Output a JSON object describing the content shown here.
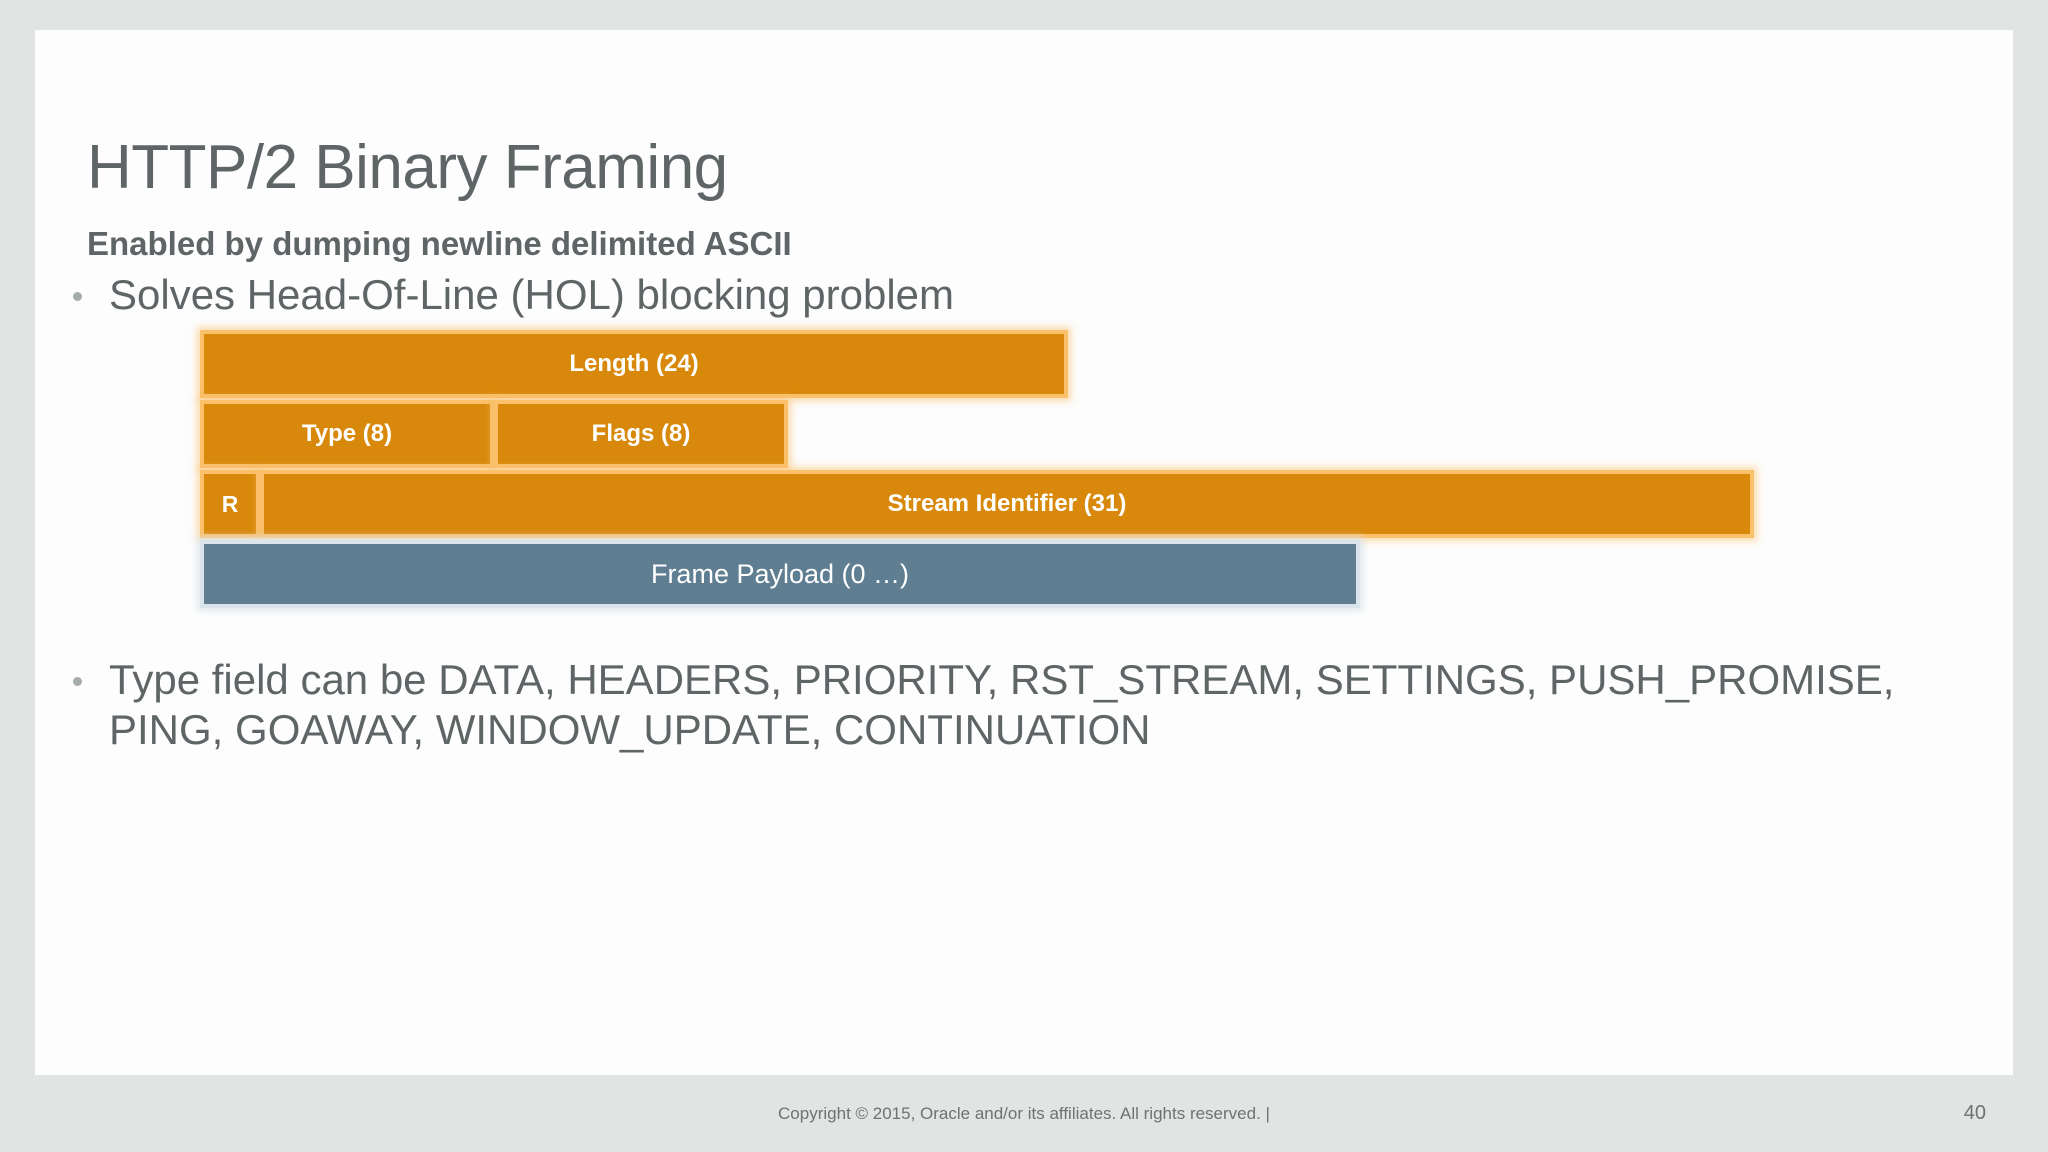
{
  "slide": {
    "title": "HTTP/2 Binary Framing",
    "subtitle": "Enabled by dumping newline delimited ASCII",
    "bullets": [
      {
        "text": "Solves Head-Of-Line (HOL) blocking problem"
      },
      {
        "text": "Type field can be DATA, HEADERS, PRIORITY, RST_STREAM, SETTINGS, PUSH_PROMISE, PING, GOAWAY, WINDOW_UPDATE, CONTINUATION"
      }
    ],
    "footer": {
      "copyright": "Copyright © 2015, Oracle and/or its affiliates. All rights reserved.  |",
      "page_number": "40"
    }
  },
  "frame_diagram": {
    "rows": [
      {
        "fields": [
          {
            "label": "Length (24)",
            "color": "orange"
          }
        ]
      },
      {
        "fields": [
          {
            "label": "Type (8)",
            "color": "orange"
          },
          {
            "label": "Flags (8)",
            "color": "orange"
          }
        ]
      },
      {
        "fields": [
          {
            "label": "R",
            "color": "orange"
          },
          {
            "label": "Stream Identifier (31)",
            "color": "orange"
          }
        ]
      },
      {
        "fields": [
          {
            "label": "Frame Payload (0 …)",
            "color": "blue"
          }
        ]
      }
    ]
  },
  "colors": {
    "slide_background": "#e0e4e3",
    "canvas": "#fdfdfd",
    "text_gray": "#5f6566",
    "field_orange_fill": "#d8890b",
    "field_orange_border": "#fac06a",
    "field_blue_fill": "#5f7e92",
    "field_blue_border": "#dae4ea"
  }
}
